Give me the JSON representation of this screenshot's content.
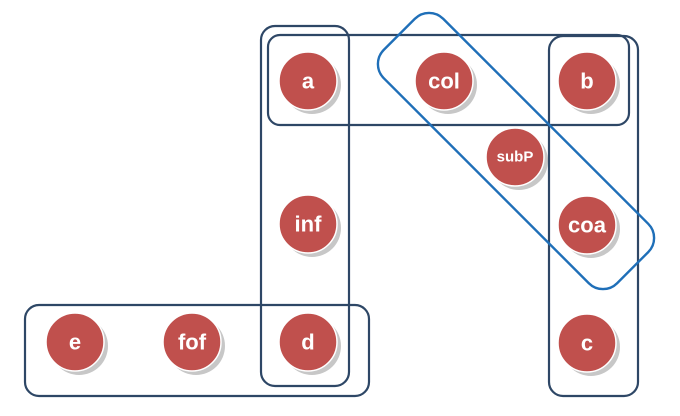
{
  "diagram": {
    "colors": {
      "node_fill": "#c0504d",
      "node_text": "#ffffff",
      "box_stroke": "#2e4766",
      "highlight_stroke": "#1f6fb8"
    },
    "nodes": [
      {
        "id": "a",
        "label": "a"
      },
      {
        "id": "col",
        "label": "col"
      },
      {
        "id": "b",
        "label": "b"
      },
      {
        "id": "subP",
        "label": "subP"
      },
      {
        "id": "inf",
        "label": "inf"
      },
      {
        "id": "coa",
        "label": "coa"
      },
      {
        "id": "e",
        "label": "e"
      },
      {
        "id": "fof",
        "label": "fof"
      },
      {
        "id": "d",
        "label": "d"
      },
      {
        "id": "c",
        "label": "c"
      }
    ],
    "groups": [
      {
        "id": "group-a-inf-d",
        "members": [
          "a",
          "inf",
          "d"
        ]
      },
      {
        "id": "group-a-col-b",
        "members": [
          "a",
          "col",
          "b"
        ]
      },
      {
        "id": "group-col-subP-coa",
        "members": [
          "col",
          "subP",
          "coa"
        ]
      },
      {
        "id": "group-b-coa-c",
        "members": [
          "b",
          "coa",
          "c"
        ]
      },
      {
        "id": "group-e-fof-d",
        "members": [
          "e",
          "fof",
          "d"
        ]
      }
    ]
  }
}
